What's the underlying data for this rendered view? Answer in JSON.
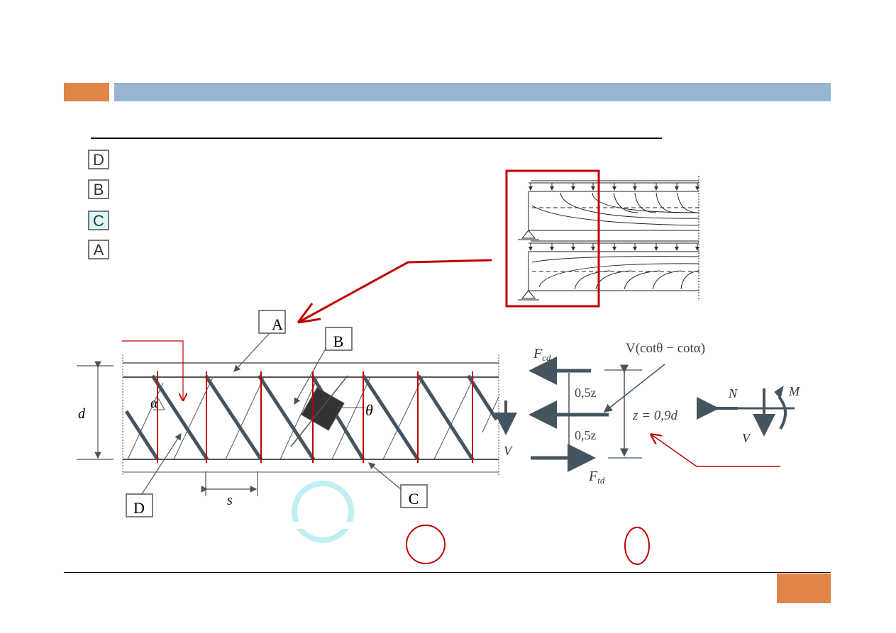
{
  "header": {
    "accent_color": "#e08447",
    "bar_color": "#95b5d3"
  },
  "legend": [
    {
      "key": "D"
    },
    {
      "key": "B"
    },
    {
      "key": "C"
    },
    {
      "key": "A"
    }
  ],
  "diagram": {
    "label_a": "A",
    "label_b": "B",
    "label_c": "C",
    "label_d": "D",
    "depth": "d",
    "spacing": "s",
    "alpha": "α",
    "theta": "θ",
    "shear": "V",
    "f_cd": "F",
    "f_cd_sub": "cd",
    "f_td": "F",
    "f_td_sub": "td",
    "half_z_top": "0,5z",
    "half_z_bottom": "0,5z",
    "shift_force": "V(cotθ − cotα)",
    "lever_arm": "z = 0,9d",
    "sign_n": "N",
    "sign_m": "M",
    "sign_v": "V"
  },
  "colors": {
    "annotation": "#c00000",
    "ink": "#455560"
  }
}
